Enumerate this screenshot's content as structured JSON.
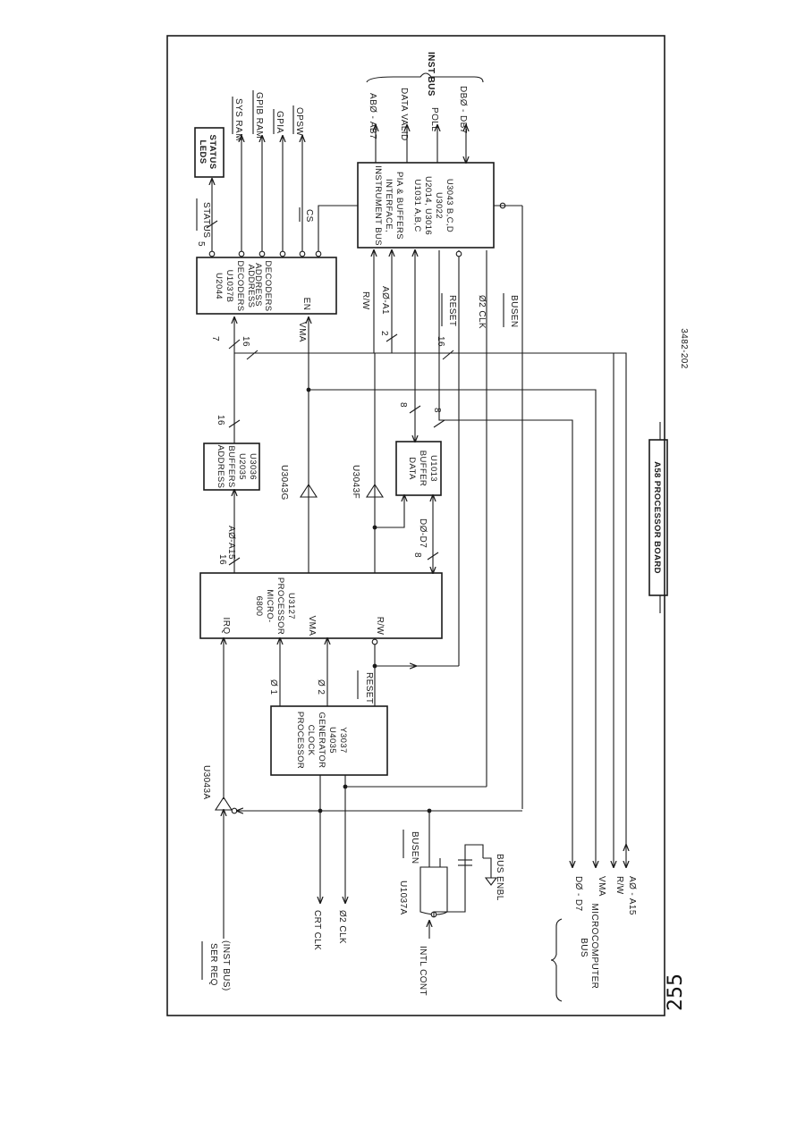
{
  "title": "A58 PROCESSOR BOARD",
  "drawing_number": "3482-202",
  "page_number": "255",
  "blocks": {
    "status_leds": [
      "STATUS",
      "LEDS"
    ],
    "address_decoders": [
      "ADDRESS",
      "DECODERS",
      "U1037B",
      "U2044"
    ],
    "instrument_interface": [
      "INSTRUMENT BUS",
      "INTERFACE,",
      "PIA & BUFFERS",
      "U1031 A,B,C",
      "U2014, U3016",
      "U3022",
      "U3043 B,C,D"
    ],
    "address_buffers": [
      "ADDRESS",
      "BUFFERS",
      "U2035",
      "U3036"
    ],
    "data_buffer": [
      "DATA",
      "BUFFER",
      "U1013"
    ],
    "microprocessor": [
      "6800",
      "MICRO-",
      "PROCESSOR",
      "U3127"
    ],
    "clock_generator": [
      "PROCESSOR",
      "CLOCK",
      "GENERATOR",
      "U4035",
      "Y3037"
    ]
  },
  "signals": {
    "en": "EN",
    "status": "STATUS",
    "five": "5",
    "sys_ram": "SYS RAM",
    "gpib_ram": "GPIB RAM",
    "gpia": "GPIA",
    "opsw": "OPSW",
    "cs": "CS",
    "ab": "ABØ - AB7",
    "data_valid": "DATA VALID",
    "poll": "POLL",
    "db": "DBØ - DB7",
    "inst_bus": "INST BUS",
    "rw_top": "R/W",
    "a0_a1": "AØ-A1",
    "two": "2",
    "reset_top": "RESET",
    "phi2clk_top": "Ø2 CLK",
    "busen_top": "BUSEN",
    "vma_top": "VMA",
    "seven": "7",
    "sixteen_a": "16",
    "sixteen_b": "16",
    "sixteen_c": "16",
    "sixteen_d": "16",
    "eight_a": "8",
    "eight_b": "8",
    "eight_c": "8",
    "u3043g": "U3043G",
    "u3043f": "U3043F",
    "u3043a": "U3043A",
    "u1037a": "U1037A",
    "a0_a15": "AØ-A15",
    "d0_d7": "DØ-D7",
    "vma_cpu": "VMA",
    "rw_cpu": "R/W",
    "irq": "IRQ",
    "phi1": "Ø 1",
    "phi2": "Ø 2",
    "reset_cpu": "RESET",
    "ser_req": "SER REQ",
    "inst_bus_paren": "(INST BUS)",
    "crt_clk": "CRT CLK",
    "phi2_clk": "Ø2 CLK",
    "intl_cont": "INTL CONT",
    "busen_gate": "BUSEN",
    "bus_enbl": "BUS ENBL",
    "micro_bus": [
      "MICROCOMPUTER",
      "BUS"
    ],
    "bus_d0_d7": "DØ - D7",
    "bus_vma": "VMA",
    "bus_rw": "R/W",
    "bus_a0_a15": "AØ - A15"
  }
}
